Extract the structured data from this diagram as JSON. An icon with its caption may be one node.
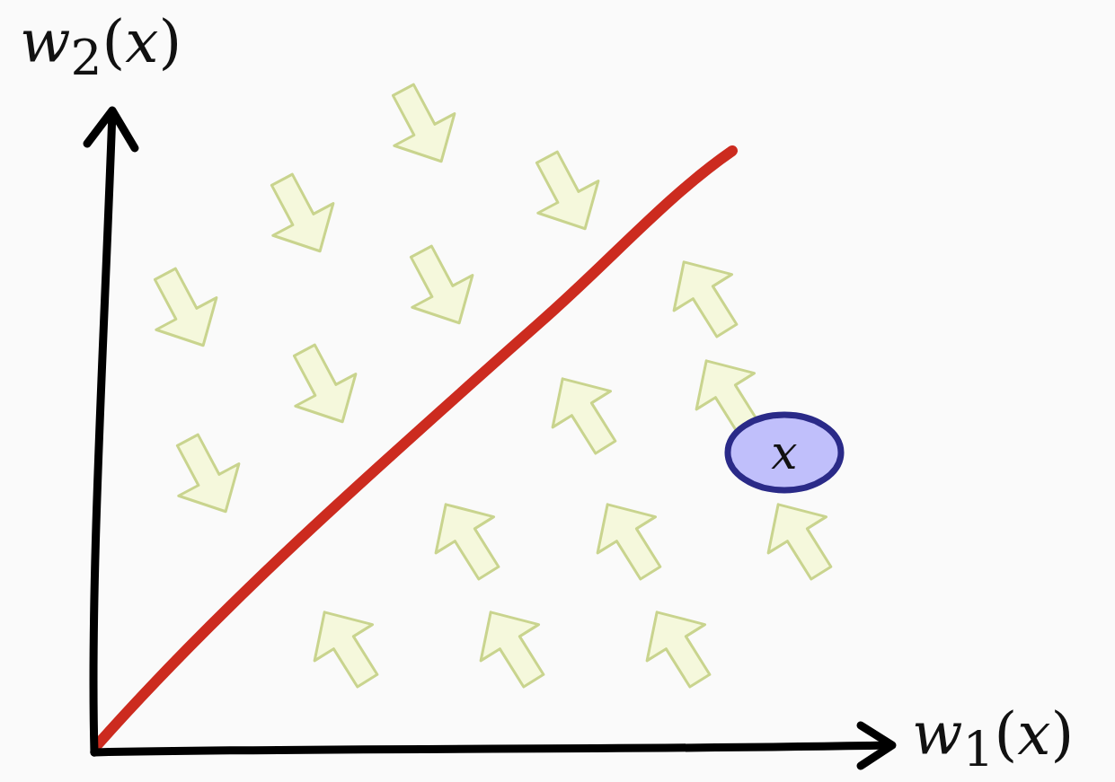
{
  "diagram": {
    "nodes": [
      {
        "text": [
          "x"
        ]
      }
    ],
    "labels": [
      "*w*$_{2}$(*x*)",
      "*w*$_{1}$(*x*)"
    ]
  }
}
